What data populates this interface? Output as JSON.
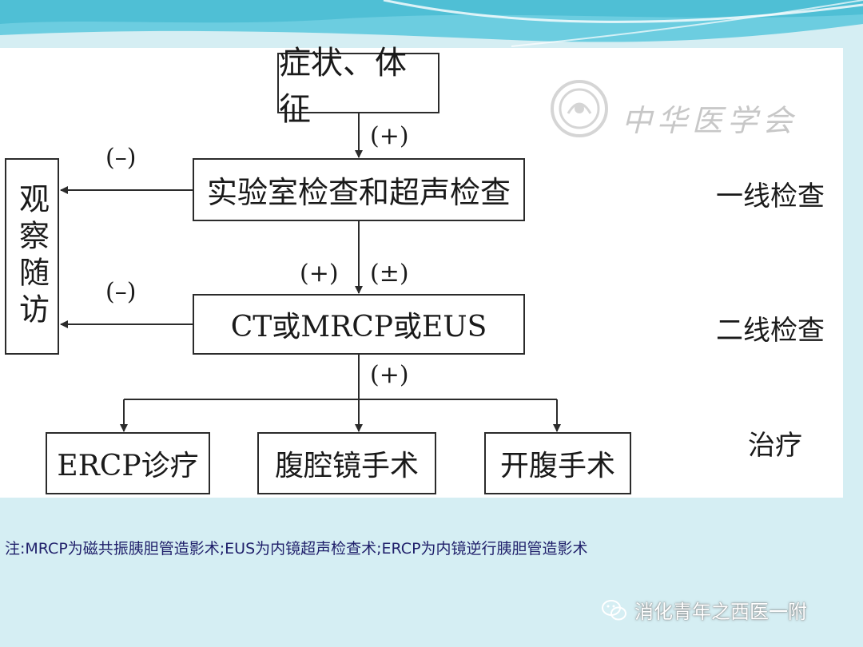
{
  "flow": {
    "symptoms": "症状、体征",
    "lab": "实验室检查和超声检查",
    "ct": "CT或MRCP或EUS",
    "observe": "观察随访",
    "ercp": "ERCP诊疗",
    "lap": "腹腔镜手术",
    "open": "开腹手术",
    "plus1": "(+)",
    "neg1": "(–)",
    "plus2": "(+)",
    "pm": "(±)",
    "neg2": "(–)",
    "plus3": "(+)"
  },
  "side_labels": {
    "first_line": "一线检查",
    "second_line": "二线检查",
    "treatment": "治疗"
  },
  "watermark": {
    "text": "中华医学会"
  },
  "footnote": "注:MRCP为磁共振胰胆管造影术;EUS为内镜超声检查术;ERCP为内镜逆行胰胆管造影术",
  "source": "消化青年之西医一附",
  "colors": {
    "background": "#d5eef3",
    "header_wave": "#5bc3d8",
    "footnote_text": "#1f1f6a",
    "line": "#2b2b2b"
  }
}
